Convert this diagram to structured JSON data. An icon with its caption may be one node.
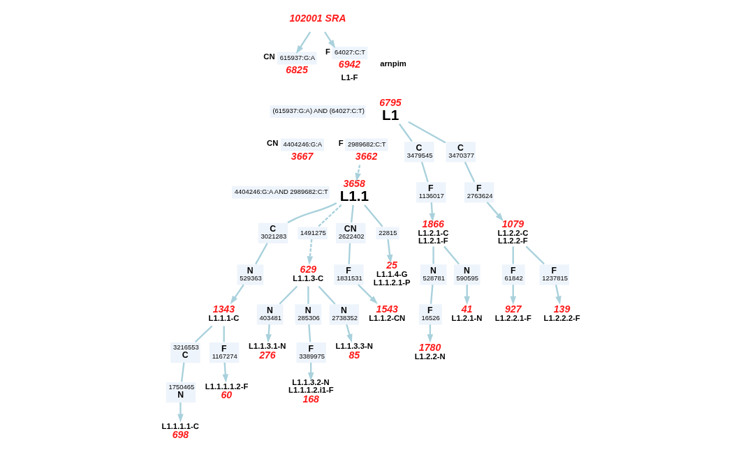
{
  "diagram": {
    "nodes": [
      {
        "text": [
          "102001 SRA"
        ]
      },
      {
        "text": [
          "615937:G:A"
        ],
        "beside": [
          "CN",
          "6825"
        ]
      },
      {
        "text": [
          "64027:C:T"
        ],
        "beside": [
          "F",
          "6942",
          "L1-F"
        ]
      },
      {
        "text": [
          "(615937:G:A) AND (64027:C:T)"
        ]
      },
      {
        "text": [
          "6795",
          "L1"
        ]
      },
      {
        "text": [
          "4404246:G:A"
        ],
        "beside": [
          "CN",
          "3667"
        ]
      },
      {
        "text": [
          "2989682:C:T"
        ],
        "beside": [
          "F",
          "3662"
        ]
      },
      {
        "text": [
          "4404246:G:A AND 2989682:C:T"
        ]
      },
      {
        "text": [
          "3658",
          "L1.1"
        ]
      },
      {
        "text": [
          "C",
          "3021283"
        ]
      },
      {
        "text": [
          "N",
          "529363"
        ]
      },
      {
        "text": [
          "1343",
          "L1.1.1-C"
        ]
      },
      {
        "text": [
          "1491275"
        ]
      },
      {
        "text": [
          "629",
          "L1.1.3-C"
        ]
      },
      {
        "text": [
          "CN",
          "2622402"
        ]
      },
      {
        "text": [
          "F",
          "1831531"
        ]
      },
      {
        "text": [
          "1543",
          "L1.1.2-CN"
        ]
      },
      {
        "text": [
          "22815"
        ]
      },
      {
        "text": [
          "25",
          "L1.1.4-G",
          "L1.1.2.1-P"
        ]
      },
      {
        "text": [
          "C",
          "3479545"
        ]
      },
      {
        "text": [
          "F",
          "1136017"
        ]
      },
      {
        "text": [
          "1866",
          "L1.2.1-C",
          "L1.2.1-F"
        ]
      },
      {
        "text": [
          "C",
          "3470377"
        ]
      },
      {
        "text": [
          "F",
          "2763624"
        ]
      },
      {
        "text": [
          "1079",
          "L1.2.2-C",
          "L1.2.2-F"
        ]
      },
      {
        "text": [
          "N",
          "528781"
        ]
      },
      {
        "text": [
          "F",
          "16526"
        ]
      },
      {
        "text": [
          "1780",
          "L1.2.2-N"
        ]
      },
      {
        "text": [
          "N",
          "590595"
        ]
      },
      {
        "text": [
          "41",
          "L1.2.1-N"
        ]
      },
      {
        "text": [
          "F",
          "61842"
        ]
      },
      {
        "text": [
          "927",
          "L1.2.2.1-F"
        ]
      },
      {
        "text": [
          "F",
          "1237815"
        ]
      },
      {
        "text": [
          "139",
          "L1.2.2.2-F"
        ]
      },
      {
        "text": [
          "3216553",
          "C"
        ]
      },
      {
        "text": [
          "1750465",
          "N"
        ]
      },
      {
        "text": [
          "L1.1.1.1-C",
          "698"
        ]
      },
      {
        "text": [
          "F",
          "1167274"
        ]
      },
      {
        "text": [
          "L1.1.1.1.2-F",
          "60"
        ]
      },
      {
        "text": [
          "N",
          "403481"
        ]
      },
      {
        "text": [
          "L1.1.3.1-N",
          "276"
        ]
      },
      {
        "text": [
          "N",
          "285306"
        ]
      },
      {
        "text": [
          "F",
          "3389975"
        ]
      },
      {
        "text": [
          "L1.1.3.2-N",
          "L1.1.1.2.i1-F",
          "168"
        ]
      },
      {
        "text": [
          "N",
          "2738352"
        ]
      },
      {
        "text": [
          "L1.1.3.3-N",
          "85"
        ]
      }
    ],
    "edges": [
      {
        "from": 0,
        "to": 1,
        "arrow": "to"
      },
      {
        "from": 0,
        "to": 2,
        "arrow": "to"
      },
      {
        "from": 6,
        "to": 8,
        "arrow": "to",
        "style": "dashed"
      },
      {
        "from": 4,
        "to": 19,
        "arrow": "none"
      },
      {
        "from": 19,
        "to": 20,
        "arrow": "none"
      },
      {
        "from": 20,
        "to": 21,
        "arrow": "to"
      },
      {
        "from": 4,
        "to": 22,
        "arrow": "none"
      },
      {
        "from": 22,
        "to": 23,
        "arrow": "none"
      },
      {
        "from": 23,
        "to": 24,
        "arrow": "to"
      },
      {
        "from": 8,
        "to": 9,
        "arrow": "none"
      },
      {
        "from": 9,
        "to": 10,
        "arrow": "none"
      },
      {
        "from": 10,
        "to": 11,
        "arrow": "to"
      },
      {
        "from": 8,
        "to": 12,
        "arrow": "none",
        "style": "dashed"
      },
      {
        "from": 12,
        "to": 13,
        "arrow": "to",
        "style": "dashed"
      },
      {
        "from": 8,
        "to": 14,
        "arrow": "none"
      },
      {
        "from": 14,
        "to": 15,
        "arrow": "none"
      },
      {
        "from": 15,
        "to": 16,
        "arrow": "to"
      },
      {
        "from": 8,
        "to": 17,
        "arrow": "none"
      },
      {
        "from": 17,
        "to": 18,
        "arrow": "to"
      },
      {
        "from": 21,
        "to": 25,
        "arrow": "none"
      },
      {
        "from": 25,
        "to": 26,
        "arrow": "none"
      },
      {
        "from": 26,
        "to": 27,
        "arrow": "to"
      },
      {
        "from": 21,
        "to": 28,
        "arrow": "none"
      },
      {
        "from": 28,
        "to": 29,
        "arrow": "to"
      },
      {
        "from": 24,
        "to": 30,
        "arrow": "none"
      },
      {
        "from": 30,
        "to": 31,
        "arrow": "to"
      },
      {
        "from": 24,
        "to": 32,
        "arrow": "none"
      },
      {
        "from": 32,
        "to": 33,
        "arrow": "to"
      },
      {
        "from": 11,
        "to": 34,
        "arrow": "none"
      },
      {
        "from": 34,
        "to": 35,
        "arrow": "none"
      },
      {
        "from": 35,
        "to": 36,
        "arrow": "to"
      },
      {
        "from": 11,
        "to": 37,
        "arrow": "none"
      },
      {
        "from": 37,
        "to": 38,
        "arrow": "to"
      },
      {
        "from": 13,
        "to": 39,
        "arrow": "none"
      },
      {
        "from": 39,
        "to": 40,
        "arrow": "to"
      },
      {
        "from": 13,
        "to": 41,
        "arrow": "none"
      },
      {
        "from": 41,
        "to": 42,
        "arrow": "none"
      },
      {
        "from": 42,
        "to": 43,
        "arrow": "to"
      },
      {
        "from": 13,
        "to": 44,
        "arrow": "none"
      },
      {
        "from": 44,
        "to": 45,
        "arrow": "to"
      }
    ],
    "labels": [
      "arnpim"
    ]
  }
}
